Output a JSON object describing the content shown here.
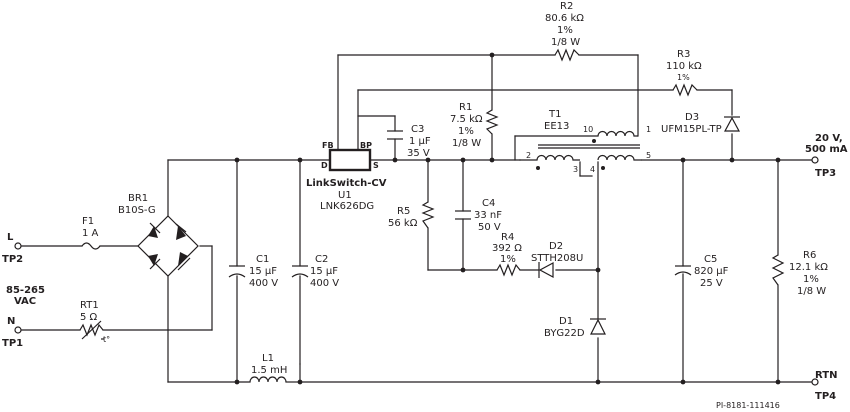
{
  "terminals": {
    "L": "L",
    "TP2": "TP2",
    "N": "N",
    "TP1": "TP1",
    "input_voltage": "85-265",
    "input_unit": "VAC",
    "out_voltage": "20 V,",
    "out_current": "500 mA",
    "TP3": "TP3",
    "RTN": "RTN",
    "TP4": "TP4"
  },
  "components": {
    "F1": {
      "ref": "F1",
      "value": "1 A"
    },
    "RT1": {
      "ref": "RT1",
      "value": "5 Ω",
      "marker": "t°"
    },
    "BR1": {
      "ref": "BR1",
      "part": "B10S-G"
    },
    "C1": {
      "ref": "C1",
      "value": "15 µF",
      "rating": "400 V"
    },
    "C2": {
      "ref": "C2",
      "value": "15 µF",
      "rating": "400 V"
    },
    "L1": {
      "ref": "L1",
      "value": "1.5 mH"
    },
    "U1": {
      "family": "LinkSwitch-CV",
      "ref": "U1",
      "part": "LNK626DG",
      "pin_fb": "FB",
      "pin_bp": "BP",
      "pin_d": "D",
      "pin_s": "S"
    },
    "C3": {
      "ref": "C3",
      "value": "1 µF",
      "rating": "35 V"
    },
    "R1": {
      "ref": "R1",
      "value": "7.5 kΩ",
      "tol": "1%",
      "power": "1/8 W"
    },
    "R2": {
      "ref": "R2",
      "value": "80.6 kΩ",
      "tol": "1%",
      "power": "1/8 W"
    },
    "R3": {
      "ref": "R3",
      "value": "110 kΩ",
      "tol": "1%"
    },
    "D3": {
      "ref": "D3",
      "part": "UFM15PL-TP"
    },
    "T1": {
      "ref": "T1",
      "core": "EE13",
      "pins": [
        "10",
        "1",
        "2",
        "3",
        "4",
        "5"
      ]
    },
    "R5": {
      "ref": "R5",
      "value": "56 kΩ"
    },
    "C4": {
      "ref": "C4",
      "value": "33 nF",
      "rating": "50 V"
    },
    "R4": {
      "ref": "R4",
      "value": "392 Ω",
      "tol": "1%"
    },
    "D2": {
      "ref": "D2",
      "part": "STTH208U"
    },
    "D1": {
      "ref": "D1",
      "part": "BYG22D"
    },
    "C5": {
      "ref": "C5",
      "value": "820 µF",
      "rating": "25 V"
    },
    "R6": {
      "ref": "R6",
      "value": "12.1 kΩ",
      "tol": "1%",
      "power": "1/8 W"
    }
  },
  "footer": {
    "doc_id": "PI-8181-111416"
  }
}
